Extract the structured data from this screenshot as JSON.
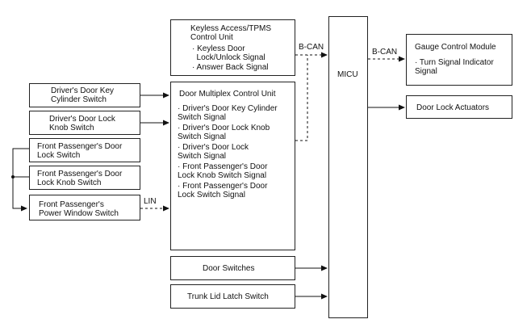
{
  "boxes": {
    "keyless": {
      "title": "Keyless Access/TPMS\nControl Unit",
      "signals": [
        "· Keyless Door\n  Lock/Unlock Signal",
        "· Answer Back Signal"
      ]
    },
    "door_multiplex": {
      "title": "Door Multiplex Control Unit",
      "signals": [
        "· Driver's Door Key Cylinder\nSwitch Signal",
        "· Driver's Door Lock Knob\nSwitch Signal",
        "· Driver's Door Lock\nSwitch Signal",
        "· Front Passenger's Door\nLock Knob Switch Signal",
        "· Front Passenger's Door\nLock Switch Signal"
      ]
    },
    "micu": {
      "title": "MICU"
    },
    "gauge": {
      "title": "Gauge Control Module",
      "signal": "· Turn Signal Indicator\nSignal"
    },
    "door_lock_actuators": {
      "title": "Door Lock Actuators"
    },
    "door_switches": {
      "title": "Door Switches"
    },
    "trunk": {
      "title": "Trunk Lid Latch Switch"
    },
    "drv_key_cyl": {
      "title": "Driver's Door Key\nCylinder Switch"
    },
    "drv_lock_knob": {
      "title": "Driver's Door Lock\nKnob Switch"
    },
    "fp_lock": {
      "title": "Front Passenger's Door\nLock Switch"
    },
    "fp_lock_knob": {
      "title": "Front Passenger's Door\nLock Knob Switch"
    },
    "fp_window": {
      "title": "Front Passenger's\nPower Window Switch"
    }
  },
  "labels": {
    "bcan_left": "B-CAN",
    "bcan_right": "B-CAN",
    "lin": "LIN"
  }
}
